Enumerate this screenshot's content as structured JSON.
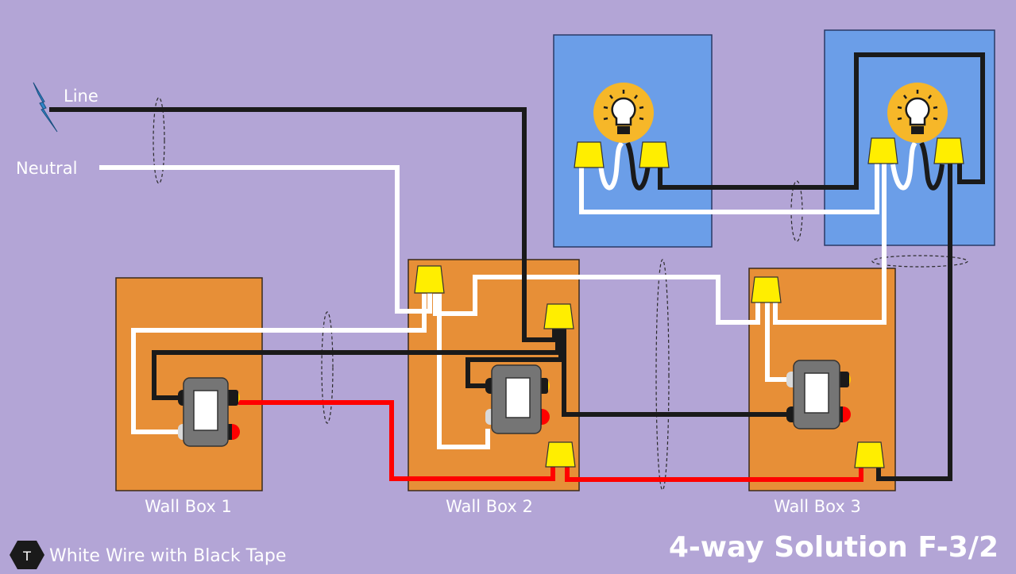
{
  "labels": {
    "line": "Line",
    "neutral": "Neutral",
    "wall_box_1": "Wall Box 1",
    "wall_box_2": "Wall Box 2",
    "wall_box_3": "Wall Box 3",
    "legend_badge": "T",
    "legend_text": "White Wire with Black Tape",
    "title": "4-way Solution F-3/2"
  },
  "colors": {
    "background": "#b3a5d6",
    "wall_box": "#e78f37",
    "light_box": "#6b9ee8",
    "wire_hot": "#1a1a1a",
    "wire_neutral": "#ffffff",
    "wire_traveler": "#ff0000",
    "wire_nut": "#ffee00",
    "switch_body": "#757575",
    "bulb": "#f6b729",
    "lightning": "#2f86c8"
  },
  "icons": [
    "lightning-bolt-icon",
    "light-bulb-icon",
    "wire-nut-icon",
    "switch-icon"
  ]
}
